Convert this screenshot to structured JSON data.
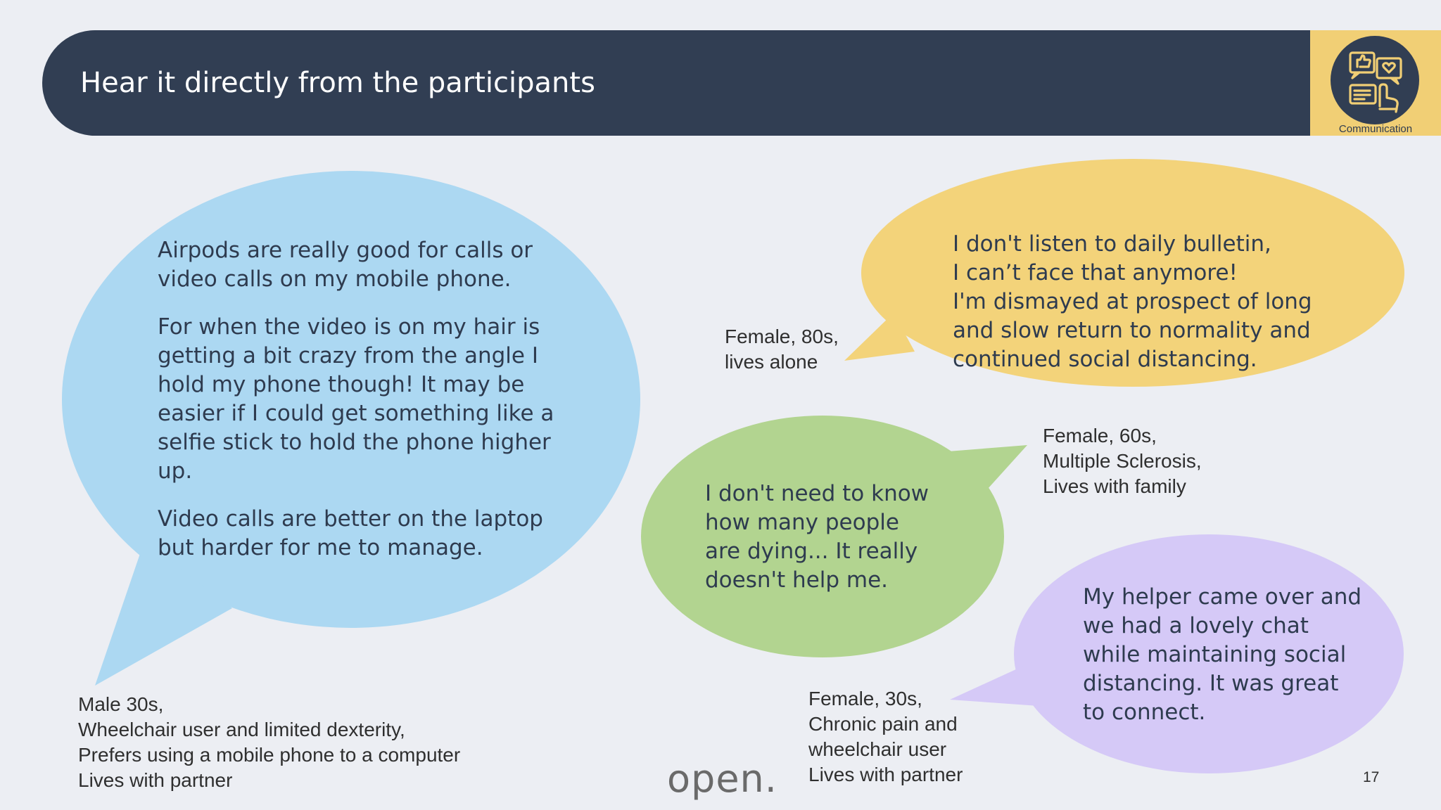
{
  "header": {
    "title": "Hear it directly from the participants",
    "badge_label": "Communication",
    "badge_icon": "communication-icon"
  },
  "quotes": [
    {
      "paragraphs": [
        "Airpods are really good for calls or video calls on my mobile phone.",
        "For when the video is on my hair is getting a bit crazy from the angle I hold my phone though! It may be easier if I could get something like a selfie stick to hold the phone higher up.",
        "Video calls are better on the laptop but harder for me to manage."
      ],
      "participant": "Male 30s,\nWheelchair user and limited dexterity,\nPrefers using a mobile phone to a computer\nLives with partner",
      "color": "#acd8f2"
    },
    {
      "paragraphs": [
        "I don't listen to daily bulletin,\nI can’t face that anymore!\nI'm dismayed at prospect of long and slow return to normality and continued social distancing."
      ],
      "participant": "Female, 80s,\nlives alone",
      "color": "#f3d37a"
    },
    {
      "paragraphs": [
        "I don't need to know how many people are dying... It really doesn't help me."
      ],
      "participant": "Female, 60s,\nMultiple Sclerosis,\nLives with family",
      "color": "#b2d490"
    },
    {
      "paragraphs": [
        "My helper came over and we had a lovely chat while maintaining social distancing. It was great to connect."
      ],
      "participant": "Female, 30s,\nChronic pain and\nwheelchair user\nLives with partner",
      "color": "#d5c9f7"
    }
  ],
  "footer": {
    "logo": "open.",
    "page_number": "17"
  }
}
